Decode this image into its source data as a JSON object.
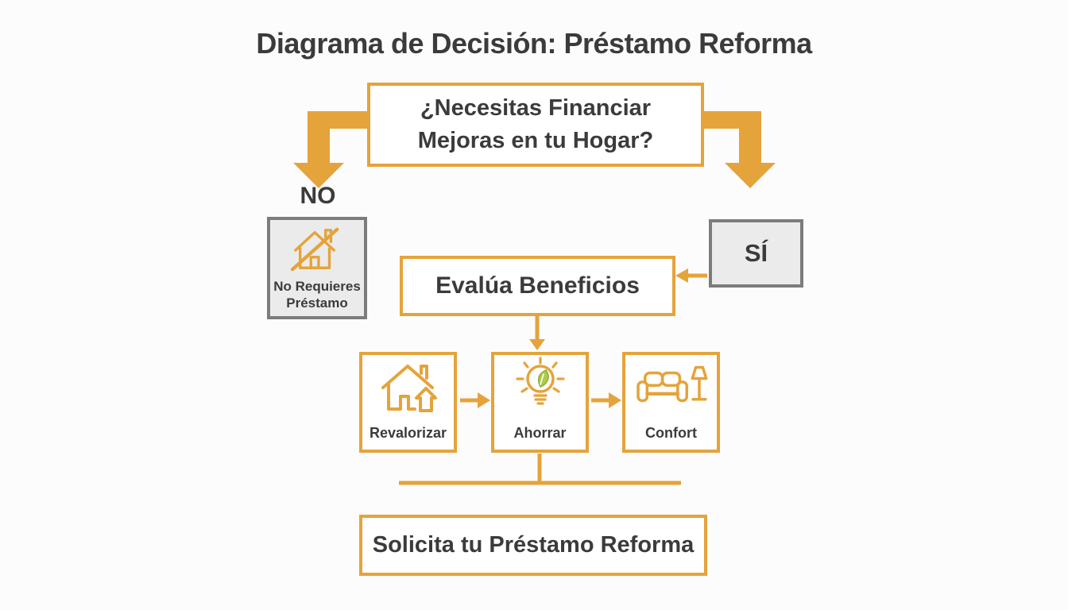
{
  "page": {
    "title": "Diagrama de Decisión: Préstamo Reforma"
  },
  "diagram": {
    "colors": {
      "accent_gold": "#E5A33B",
      "gray_border": "#7C7C7C",
      "gray_fill": "#EBEBEB",
      "text_dark": "#3B3B3B",
      "leaf_green": "#AECB4B"
    },
    "question": {
      "label": "¿Necesitas Financiar Mejoras en tu Hogar?"
    },
    "branches": {
      "no": {
        "label": "NO",
        "result": "No Requieres Préstamo",
        "icon": "house-crossed-icon"
      },
      "si": {
        "label": "SÍ"
      }
    },
    "evaluate": {
      "label": "Evalúa Beneficios"
    },
    "benefits": [
      {
        "label": "Revalorizar",
        "icon": "house-up-arrow-icon"
      },
      {
        "label": "Ahorrar",
        "icon": "eco-lightbulb-icon"
      },
      {
        "label": "Confort",
        "icon": "sofa-lamp-icon"
      }
    ],
    "cta": {
      "label": "Solicita tu Préstamo Reforma"
    }
  }
}
